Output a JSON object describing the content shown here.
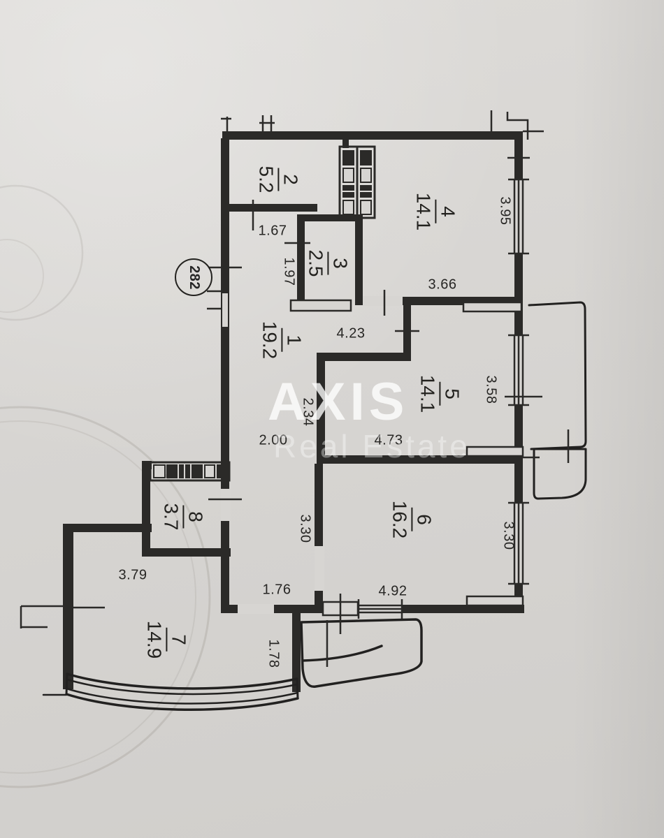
{
  "stamp": {
    "number": "282"
  },
  "watermark": {
    "brand": "AXIS",
    "subtitle": "Real Estate"
  },
  "rooms": {
    "r1": {
      "num": "1",
      "area": "19.2"
    },
    "r2": {
      "num": "2",
      "area": "5.2"
    },
    "r3": {
      "num": "3",
      "area": "2.5"
    },
    "r4": {
      "num": "4",
      "area": "14.1"
    },
    "r5": {
      "num": "5",
      "area": "14.1"
    },
    "r6": {
      "num": "6",
      "area": "16.2"
    },
    "r7": {
      "num": "7",
      "area": "14.9"
    },
    "r8": {
      "num": "8",
      "area": "3.7"
    }
  },
  "dims": {
    "d395": "3.95",
    "d167": "1.67",
    "d197": "1.97",
    "d366": "3.66",
    "d423": "4.23",
    "d234": "2.34",
    "d200": "2.00",
    "d473": "4.73",
    "d358": "3.58",
    "d330l": "3.30",
    "d330r": "3.30",
    "d492": "4.92",
    "d176": "1.76",
    "d379": "3.79",
    "d178": "1.78"
  }
}
